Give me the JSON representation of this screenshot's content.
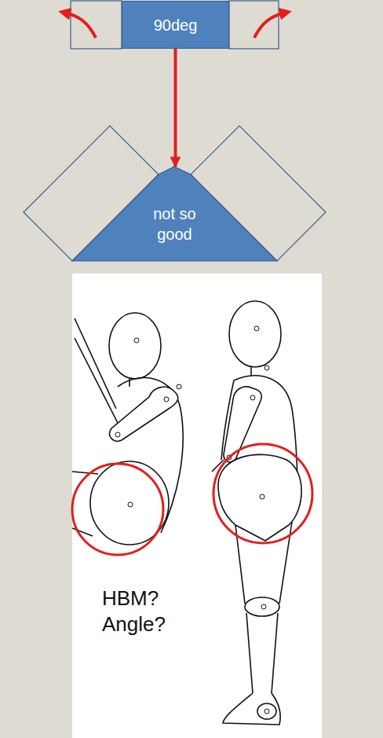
{
  "diagram": {
    "nodes": [
      {
        "text": [
          "90deg"
        ]
      },
      {
        "text": [
          "not so good"
        ]
      }
    ],
    "edges": [
      {
        "from": 0,
        "to": 1,
        "arrow": "to"
      }
    ],
    "labels": [
      "HBM? Angle?"
    ]
  }
}
